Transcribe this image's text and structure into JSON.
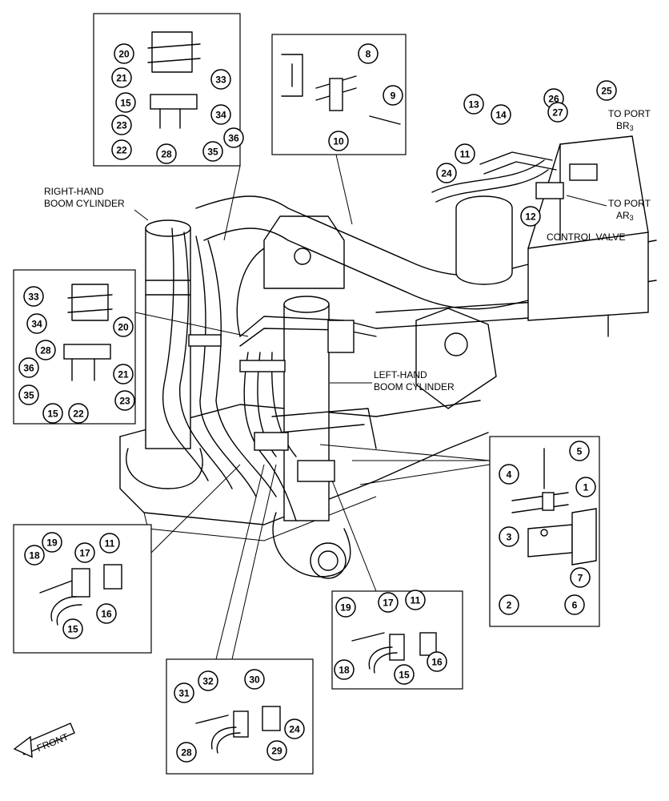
{
  "labels": {
    "right_cyl_1": "RIGHT-HAND",
    "right_cyl_2": "BOOM CYLINDER",
    "left_cyl_1": "LEFT-HAND",
    "left_cyl_2": "BOOM CYLINDER",
    "to_port_br_1": "TO PORT",
    "to_port_br_2": "BR",
    "to_port_br_sub": "3",
    "to_port_ar_1": "TO PORT",
    "to_port_ar_2": "AR",
    "to_port_ar_sub": "3",
    "control_valve": "CONTROL VALVE",
    "front": "FRONT"
  },
  "callouts": [
    {
      "id": "c20a",
      "n": "20"
    },
    {
      "id": "c33a",
      "n": "33"
    },
    {
      "id": "c21a",
      "n": "21"
    },
    {
      "id": "c15a",
      "n": "15"
    },
    {
      "id": "c34a",
      "n": "34"
    },
    {
      "id": "c23a",
      "n": "23"
    },
    {
      "id": "c36a",
      "n": "36"
    },
    {
      "id": "c22a",
      "n": "22"
    },
    {
      "id": "c28a",
      "n": "28"
    },
    {
      "id": "c35a",
      "n": "35"
    },
    {
      "id": "c8",
      "n": "8"
    },
    {
      "id": "c9",
      "n": "9"
    },
    {
      "id": "c10",
      "n": "10"
    },
    {
      "id": "c13",
      "n": "13"
    },
    {
      "id": "c14",
      "n": "14"
    },
    {
      "id": "c26",
      "n": "26"
    },
    {
      "id": "c27",
      "n": "27"
    },
    {
      "id": "c25",
      "n": "25"
    },
    {
      "id": "c11a",
      "n": "11"
    },
    {
      "id": "c24a",
      "n": "24"
    },
    {
      "id": "c12",
      "n": "12"
    },
    {
      "id": "c33b",
      "n": "33"
    },
    {
      "id": "c20b",
      "n": "20"
    },
    {
      "id": "c34b",
      "n": "34"
    },
    {
      "id": "c28b",
      "n": "28"
    },
    {
      "id": "c36b",
      "n": "36"
    },
    {
      "id": "c21b",
      "n": "21"
    },
    {
      "id": "c35b",
      "n": "35"
    },
    {
      "id": "c23b",
      "n": "23"
    },
    {
      "id": "c15b",
      "n": "15"
    },
    {
      "id": "c22b",
      "n": "22"
    },
    {
      "id": "c5",
      "n": "5"
    },
    {
      "id": "c4",
      "n": "4"
    },
    {
      "id": "c1",
      "n": "1"
    },
    {
      "id": "c3",
      "n": "3"
    },
    {
      "id": "c7",
      "n": "7"
    },
    {
      "id": "c2",
      "n": "2"
    },
    {
      "id": "c6",
      "n": "6"
    },
    {
      "id": "c18a",
      "n": "18"
    },
    {
      "id": "c19a",
      "n": "19"
    },
    {
      "id": "c17a",
      "n": "17"
    },
    {
      "id": "c11b",
      "n": "11"
    },
    {
      "id": "c16a",
      "n": "16"
    },
    {
      "id": "c15c",
      "n": "15"
    },
    {
      "id": "c19b",
      "n": "19"
    },
    {
      "id": "c17b",
      "n": "17"
    },
    {
      "id": "c11c",
      "n": "11"
    },
    {
      "id": "c18b",
      "n": "18"
    },
    {
      "id": "c16b",
      "n": "16"
    },
    {
      "id": "c15d",
      "n": "15"
    },
    {
      "id": "c31",
      "n": "31"
    },
    {
      "id": "c32",
      "n": "32"
    },
    {
      "id": "c30",
      "n": "30"
    },
    {
      "id": "c24b",
      "n": "24"
    },
    {
      "id": "c29",
      "n": "29"
    },
    {
      "id": "c28c",
      "n": "28"
    }
  ]
}
